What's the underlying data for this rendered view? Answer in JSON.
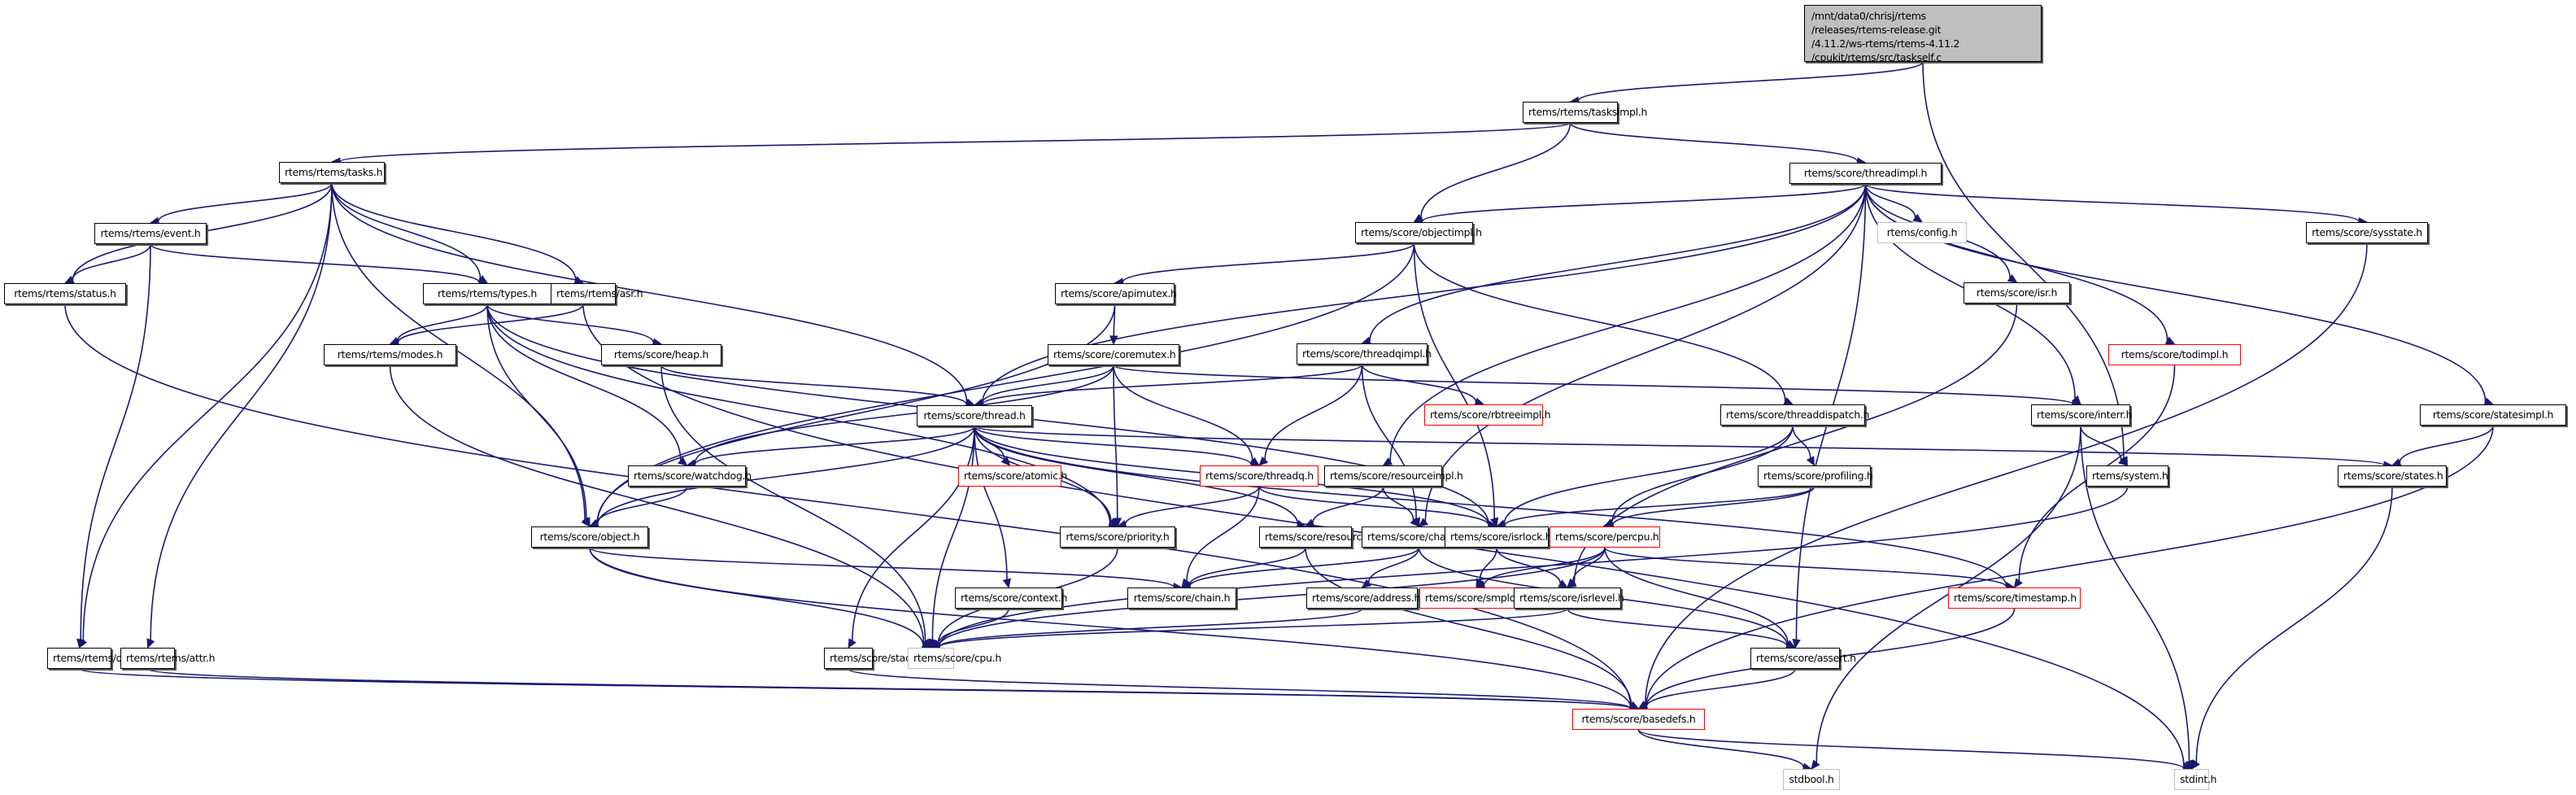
{
  "graph": {
    "title": "Include dependency graph for taskself.c",
    "edge_color": "#191970",
    "nodes": [
      {
        "id": "root",
        "label": "/mnt/data0/chrisj/rtems\n/releases/rtems-release.git\n/4.11.2/ws-rtems/rtems-4.11.2\n/cpukit/rtems/src/taskself.c",
        "style": "root"
      },
      {
        "id": "tasksimpl",
        "label": "rtems/rtems/tasksimpl.h",
        "style": "normal"
      },
      {
        "id": "tasks",
        "label": "rtems/rtems/tasks.h",
        "style": "normal"
      },
      {
        "id": "threadimpl",
        "label": "rtems/score/threadimpl.h",
        "style": "normal"
      },
      {
        "id": "event",
        "label": "rtems/rtems/event.h",
        "style": "normal"
      },
      {
        "id": "status",
        "label": "rtems/rtems/status.h",
        "style": "normal"
      },
      {
        "id": "types",
        "label": "rtems/rtems/types.h",
        "style": "normal"
      },
      {
        "id": "asr",
        "label": "rtems/rtems/asr.h",
        "style": "normal"
      },
      {
        "id": "objectimpl",
        "label": "rtems/score/objectimpl.h",
        "style": "normal"
      },
      {
        "id": "config",
        "label": "rtems/config.h",
        "style": "gray"
      },
      {
        "id": "sysstate",
        "label": "rtems/score/sysstate.h",
        "style": "normal"
      },
      {
        "id": "apimutex",
        "label": "rtems/score/apimutex.h",
        "style": "normal"
      },
      {
        "id": "isr",
        "label": "rtems/score/isr.h",
        "style": "normal"
      },
      {
        "id": "modes",
        "label": "rtems/rtems/modes.h",
        "style": "normal"
      },
      {
        "id": "heap",
        "label": "rtems/score/heap.h",
        "style": "normal"
      },
      {
        "id": "coremutex",
        "label": "rtems/score/coremutex.h",
        "style": "normal"
      },
      {
        "id": "threadqimpl",
        "label": "rtems/score/threadqimpl.h",
        "style": "normal"
      },
      {
        "id": "todimpl",
        "label": "rtems/score/todimpl.h",
        "style": "red"
      },
      {
        "id": "thread",
        "label": "rtems/score/thread.h",
        "style": "normal"
      },
      {
        "id": "rbtreeimpl",
        "label": "rtems/score/rbtreeimpl.h",
        "style": "red"
      },
      {
        "id": "threaddispatch",
        "label": "rtems/score/threaddispatch.h",
        "style": "normal"
      },
      {
        "id": "interr",
        "label": "rtems/score/interr.h",
        "style": "normal"
      },
      {
        "id": "statesimpl",
        "label": "rtems/score/statesimpl.h",
        "style": "normal"
      },
      {
        "id": "watchdog",
        "label": "rtems/score/watchdog.h",
        "style": "normal"
      },
      {
        "id": "atomic",
        "label": "rtems/score/atomic.h",
        "style": "red"
      },
      {
        "id": "threadq",
        "label": "rtems/score/threadq.h",
        "style": "red"
      },
      {
        "id": "resourceimpl",
        "label": "rtems/score/resourceimpl.h",
        "style": "normal"
      },
      {
        "id": "profiling",
        "label": "rtems/score/profiling.h",
        "style": "normal"
      },
      {
        "id": "system",
        "label": "rtems/system.h",
        "style": "normal"
      },
      {
        "id": "states",
        "label": "rtems/score/states.h",
        "style": "normal"
      },
      {
        "id": "object",
        "label": "rtems/score/object.h",
        "style": "normal"
      },
      {
        "id": "priority",
        "label": "rtems/score/priority.h",
        "style": "normal"
      },
      {
        "id": "resource",
        "label": "rtems/score/resource.h",
        "style": "normal"
      },
      {
        "id": "chainimpl",
        "label": "rtems/score/chainimpl.h",
        "style": "normal"
      },
      {
        "id": "isrlock",
        "label": "rtems/score/isrlock.h",
        "style": "normal"
      },
      {
        "id": "percpu",
        "label": "rtems/score/percpu.h",
        "style": "red"
      },
      {
        "id": "context",
        "label": "rtems/score/context.h",
        "style": "normal"
      },
      {
        "id": "chain",
        "label": "rtems/score/chain.h",
        "style": "normal"
      },
      {
        "id": "address",
        "label": "rtems/score/address.h",
        "style": "normal"
      },
      {
        "id": "smplock",
        "label": "rtems/score/smplock.h",
        "style": "red"
      },
      {
        "id": "isrlevel",
        "label": "rtems/score/isrlevel.h",
        "style": "normal"
      },
      {
        "id": "timestamp",
        "label": "rtems/score/timestamp.h",
        "style": "red"
      },
      {
        "id": "options",
        "label": "rtems/rtems/options.h",
        "style": "normal"
      },
      {
        "id": "attr",
        "label": "rtems/rtems/attr.h",
        "style": "normal"
      },
      {
        "id": "stack",
        "label": "rtems/score/stack.h",
        "style": "normal"
      },
      {
        "id": "cpu",
        "label": "rtems/score/cpu.h",
        "style": "gray"
      },
      {
        "id": "assert",
        "label": "rtems/score/assert.h",
        "style": "normal"
      },
      {
        "id": "basedefs",
        "label": "rtems/score/basedefs.h",
        "style": "red"
      },
      {
        "id": "stdbool",
        "label": "stdbool.h",
        "style": "gray"
      },
      {
        "id": "stdint",
        "label": "stdint.h",
        "style": "gray"
      }
    ],
    "edges": [
      [
        "root",
        "tasksimpl"
      ],
      [
        "root",
        "system"
      ],
      [
        "tasksimpl",
        "tasks"
      ],
      [
        "tasksimpl",
        "objectimpl"
      ],
      [
        "tasksimpl",
        "threadimpl"
      ],
      [
        "tasks",
        "event"
      ],
      [
        "tasks",
        "status"
      ],
      [
        "tasks",
        "types"
      ],
      [
        "tasks",
        "asr"
      ],
      [
        "tasks",
        "thread"
      ],
      [
        "tasks",
        "object"
      ],
      [
        "tasks",
        "attr"
      ],
      [
        "tasks",
        "options"
      ],
      [
        "event",
        "status"
      ],
      [
        "event",
        "types"
      ],
      [
        "event",
        "options"
      ],
      [
        "status",
        "basedefs"
      ],
      [
        "types",
        "modes"
      ],
      [
        "types",
        "heap"
      ],
      [
        "types",
        "watchdog"
      ],
      [
        "types",
        "object"
      ],
      [
        "types",
        "priority"
      ],
      [
        "types",
        "isrlock"
      ],
      [
        "asr",
        "modes"
      ],
      [
        "asr",
        "stdint"
      ],
      [
        "modes",
        "cpu"
      ],
      [
        "heap",
        "thread"
      ],
      [
        "heap",
        "cpu"
      ],
      [
        "threadimpl",
        "objectimpl"
      ],
      [
        "threadimpl",
        "thread"
      ],
      [
        "threadimpl",
        "threadqimpl"
      ],
      [
        "threadimpl",
        "chainimpl"
      ],
      [
        "threadimpl",
        "config"
      ],
      [
        "threadimpl",
        "isr"
      ],
      [
        "threadimpl",
        "sysstate"
      ],
      [
        "threadimpl",
        "todimpl"
      ],
      [
        "threadimpl",
        "interr"
      ],
      [
        "threadimpl",
        "statesimpl"
      ],
      [
        "threadimpl",
        "resourceimpl"
      ],
      [
        "threadimpl",
        "assert"
      ],
      [
        "objectimpl",
        "apimutex"
      ],
      [
        "objectimpl",
        "object"
      ],
      [
        "objectimpl",
        "isrlock"
      ],
      [
        "objectimpl",
        "threaddispatch"
      ],
      [
        "apimutex",
        "coremutex"
      ],
      [
        "apimutex",
        "object"
      ],
      [
        "coremutex",
        "thread"
      ],
      [
        "coremutex",
        "threadq"
      ],
      [
        "coremutex",
        "priority"
      ],
      [
        "coremutex",
        "watchdog"
      ],
      [
        "coremutex",
        "interr"
      ],
      [
        "threadqimpl",
        "thread"
      ],
      [
        "threadqimpl",
        "threadq"
      ],
      [
        "threadqimpl",
        "rbtreeimpl"
      ],
      [
        "threadqimpl",
        "chainimpl"
      ],
      [
        "thread",
        "watchdog"
      ],
      [
        "thread",
        "object"
      ],
      [
        "thread",
        "atomic"
      ],
      [
        "thread",
        "threadq"
      ],
      [
        "thread",
        "resource"
      ],
      [
        "thread",
        "priority"
      ],
      [
        "thread",
        "context"
      ],
      [
        "thread",
        "stack"
      ],
      [
        "thread",
        "cpu"
      ],
      [
        "thread",
        "isrlock"
      ],
      [
        "thread",
        "timestamp"
      ],
      [
        "thread",
        "states"
      ],
      [
        "watchdog",
        "object"
      ],
      [
        "threadq",
        "priority"
      ],
      [
        "threadq",
        "chain"
      ],
      [
        "threadq",
        "isrlock"
      ],
      [
        "resourceimpl",
        "resource"
      ],
      [
        "resourceimpl",
        "chainimpl"
      ],
      [
        "resource",
        "chain"
      ],
      [
        "resource",
        "basedefs"
      ],
      [
        "chainimpl",
        "chain"
      ],
      [
        "chainimpl",
        "address"
      ],
      [
        "chainimpl",
        "assert"
      ],
      [
        "isr",
        "isrlevel"
      ],
      [
        "threaddispatch",
        "percpu"
      ],
      [
        "threaddispatch",
        "profiling"
      ],
      [
        "threaddispatch",
        "isrlock"
      ],
      [
        "profiling",
        "isrlock"
      ],
      [
        "profiling",
        "percpu"
      ],
      [
        "isrlock",
        "smplock"
      ],
      [
        "isrlock",
        "isrlevel"
      ],
      [
        "percpu",
        "smplock"
      ],
      [
        "percpu",
        "isrlevel"
      ],
      [
        "percpu",
        "timestamp"
      ],
      [
        "percpu",
        "cpu"
      ],
      [
        "percpu",
        "assert"
      ],
      [
        "interr",
        "system"
      ],
      [
        "interr",
        "stdbool"
      ],
      [
        "interr",
        "stdint"
      ],
      [
        "system",
        "cpu"
      ],
      [
        "todimpl",
        "timestamp"
      ],
      [
        "sysstate",
        "basedefs"
      ],
      [
        "statesimpl",
        "states"
      ],
      [
        "statesimpl",
        "basedefs"
      ],
      [
        "states",
        "stdint"
      ],
      [
        "object",
        "chain"
      ],
      [
        "object",
        "cpu"
      ],
      [
        "object",
        "basedefs"
      ],
      [
        "priority",
        "cpu"
      ],
      [
        "context",
        "cpu"
      ],
      [
        "address",
        "cpu"
      ],
      [
        "isrlevel",
        "cpu"
      ],
      [
        "isrlevel",
        "assert"
      ],
      [
        "timestamp",
        "basedefs"
      ],
      [
        "stack",
        "basedefs"
      ],
      [
        "options",
        "basedefs"
      ],
      [
        "attr",
        "basedefs"
      ],
      [
        "assert",
        "basedefs"
      ],
      [
        "basedefs",
        "stdbool"
      ],
      [
        "basedefs",
        "stdint"
      ]
    ]
  }
}
